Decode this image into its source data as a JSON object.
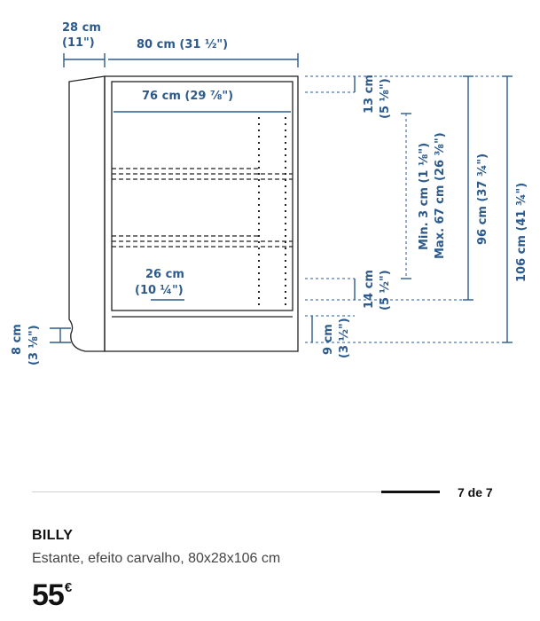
{
  "diagram": {
    "depth_cm": "28 cm",
    "depth_in": "(11\")",
    "width_outer": "80 cm (31 ½\")",
    "width_inner": "76 cm (29 ⅞\")",
    "shelf_depth_cm": "26 cm",
    "shelf_depth_in": "(10 ¼\")",
    "base_cm": "8 cm",
    "base_in": "(3 ⅛\")",
    "top_gap_cm": "13 cm",
    "top_gap_in": "(5 ⅛\")",
    "bottom_gap_cm": "14 cm",
    "bottom_gap_in": "(5 ½\")",
    "plinth_cm": "9 cm",
    "plinth_in": "(3 ½\")",
    "shelf_min": "Min. 3 cm (1 ⅛\")",
    "shelf_max": "Max. 67 cm (26 ⅜\")",
    "inner_height": "96 cm (37 ¾\")",
    "total_height": "106 cm (41 ¾\")"
  },
  "gallery": {
    "counter": "7 de 7",
    "progress": 0.857
  },
  "product": {
    "name": "BILLY",
    "description": "Estante, efeito carvalho, 80x28x106 cm",
    "price": "55",
    "currency": "€"
  }
}
